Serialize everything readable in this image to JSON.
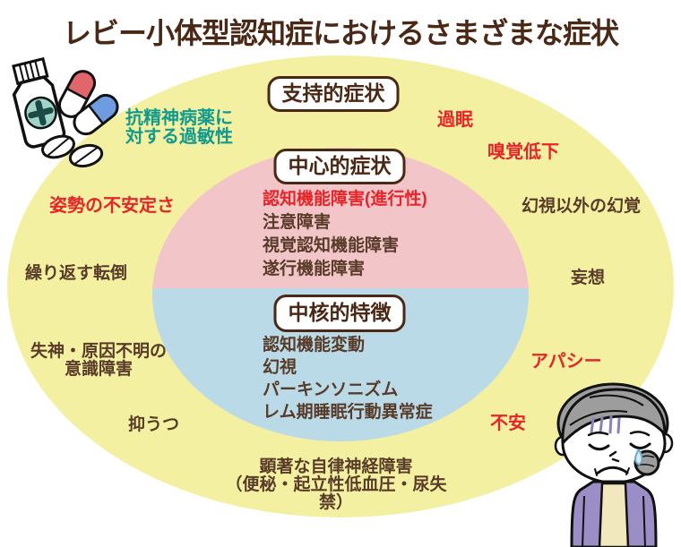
{
  "title": "レビー小体型認知症におけるさまざまな症状",
  "colors": {
    "background": "#ffffff",
    "outer_zone_yellow": "#f4f0a2",
    "central_zone_pink": "#f2c5c9",
    "core_zone_blue": "#b9dae6",
    "title_brown": "#4a2815",
    "body_brown": "#583b28",
    "accent_red": "#e62529",
    "accent_teal": "#119a8e"
  },
  "zones": {
    "supportive": {
      "label": "支持的症状"
    },
    "central": {
      "label": "中心的症状",
      "items": [
        {
          "text": "認知機能障害(進行性)",
          "color": "red"
        },
        {
          "text": "注意障害",
          "color": "brown"
        },
        {
          "text": "視覚認知機能障害",
          "color": "brown"
        },
        {
          "text": "遂行機能障害",
          "color": "brown"
        }
      ]
    },
    "core": {
      "label": "中核的特徴",
      "items": [
        {
          "text": "認知機能変動",
          "color": "brown"
        },
        {
          "text": "幻視",
          "color": "brown"
        },
        {
          "text": "パーキンソニズム",
          "color": "brown"
        },
        {
          "text": "レム期睡眠行動異常症",
          "color": "brown"
        }
      ]
    }
  },
  "floating_labels": [
    {
      "name": "antipsychotic-hypersensitivity",
      "text": "抗精神病薬に\n対する過敏性",
      "color": "teal"
    },
    {
      "name": "hypersomnia",
      "text": "過眠",
      "color": "red"
    },
    {
      "name": "olfactory-decline",
      "text": "嗅覚低下",
      "color": "red"
    },
    {
      "name": "postural-instability",
      "text": "姿勢の不安定さ",
      "color": "red"
    },
    {
      "name": "non-visual-hallucinations",
      "text": "幻視以外の幻覚",
      "color": "brown"
    },
    {
      "name": "repeated-falls",
      "text": "繰り返す転倒",
      "color": "brown"
    },
    {
      "name": "delusions",
      "text": "妄想",
      "color": "brown"
    },
    {
      "name": "syncope-unexplained-loc",
      "text": "失神・原因不明の\n意識障害",
      "color": "brown"
    },
    {
      "name": "apathy",
      "text": "アパシー",
      "color": "red"
    },
    {
      "name": "depression",
      "text": "抑うつ",
      "color": "brown"
    },
    {
      "name": "anxiety",
      "text": "不安",
      "color": "red"
    },
    {
      "name": "autonomic-dysfunction",
      "text": "顕著な自律神経障害\n（便秘・起立性低血圧・尿失禁）",
      "color": "brown"
    }
  ],
  "icons": {
    "medicine": "medicine-bottle-and-pills",
    "woman": "worried-elderly-woman"
  }
}
